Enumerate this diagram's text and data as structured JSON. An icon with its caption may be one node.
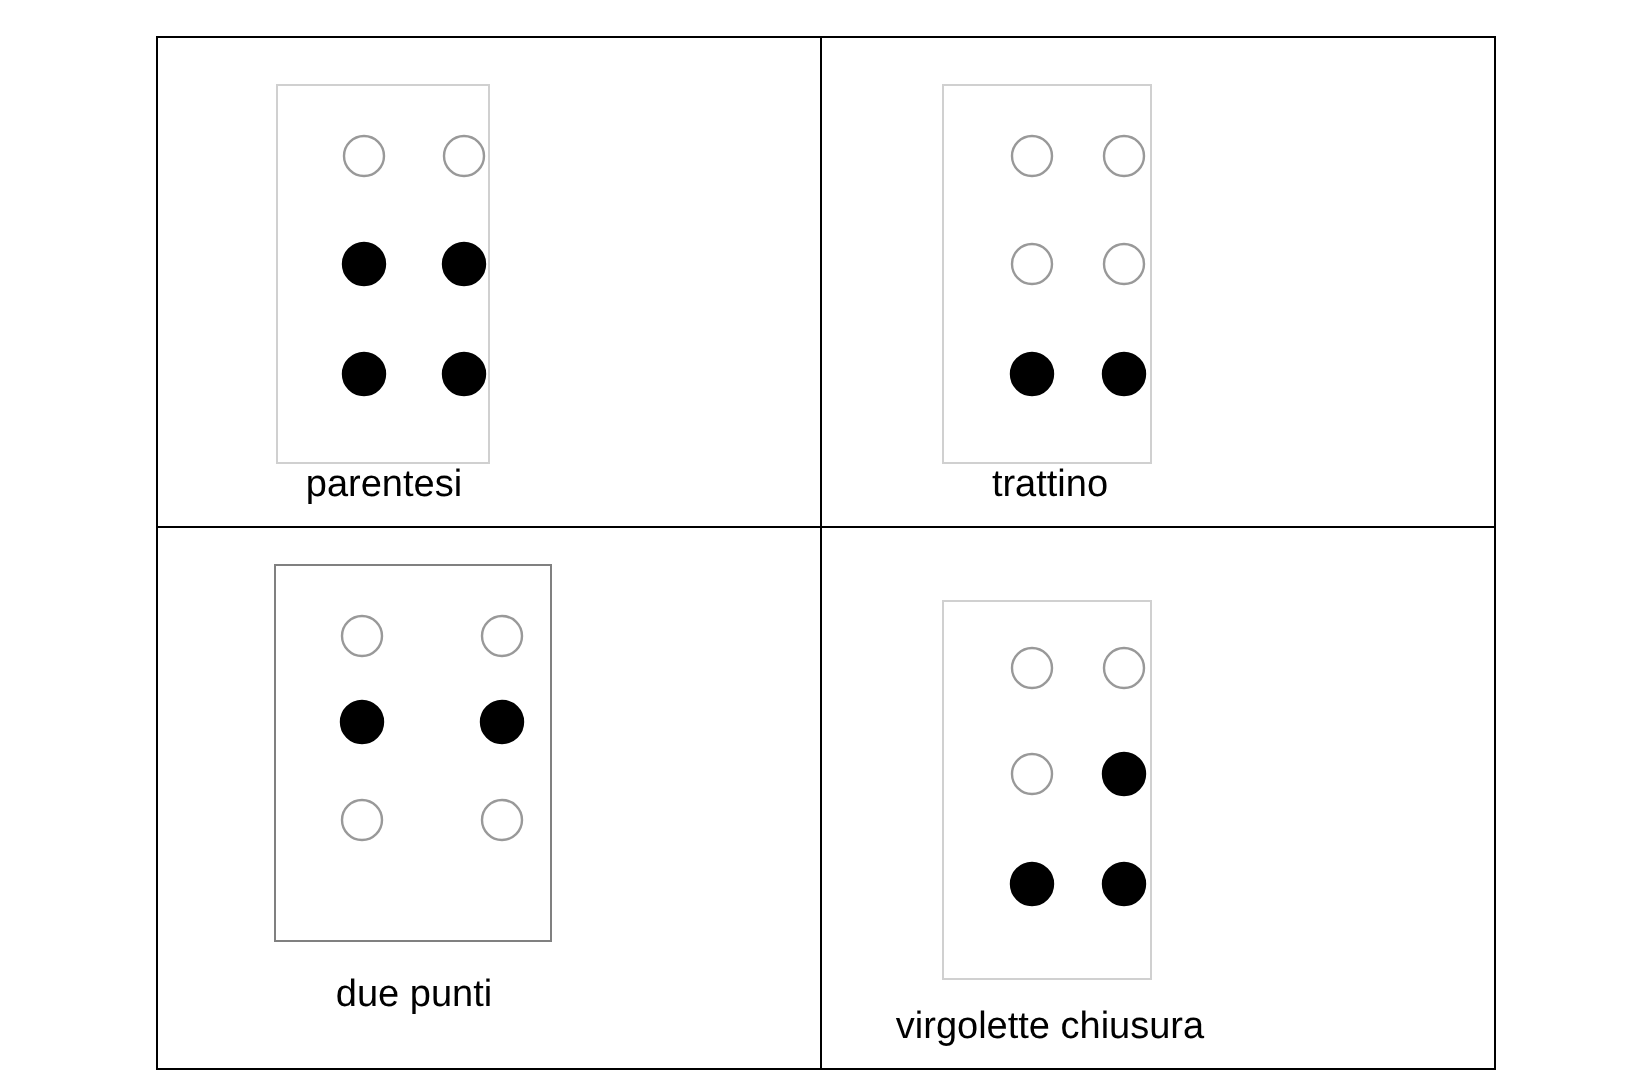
{
  "diagram": {
    "labels": [
      "parentesi",
      "trattino",
      "due punti",
      "virgolette chiusura"
    ]
  }
}
